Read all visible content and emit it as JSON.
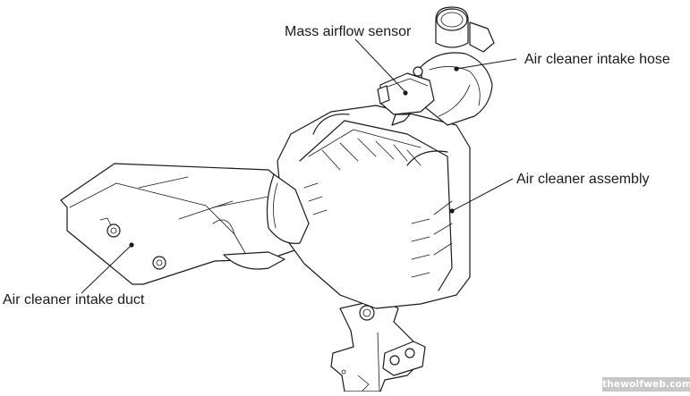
{
  "figure": {
    "subject": "Air cleaner / intake system assembly line drawing",
    "labels": {
      "mass_airflow_sensor": "Mass airflow sensor",
      "air_cleaner_intake_hose": "Air cleaner intake hose",
      "air_cleaner_assembly": "Air cleaner assembly",
      "air_cleaner_intake_duct": "Air cleaner intake duct"
    },
    "watermark": "thewolfweb.com",
    "colors": {
      "ink": "#1a1a1a",
      "background": "#ffffff",
      "watermark_bg": "#c8c8c8"
    }
  }
}
